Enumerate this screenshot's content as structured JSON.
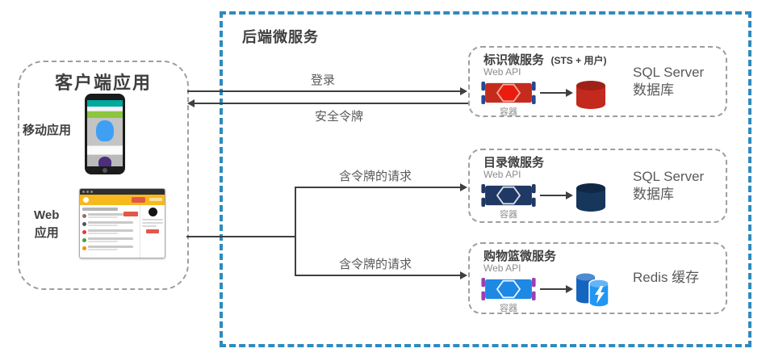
{
  "colors": {
    "accent-blue": "#2e8bbe",
    "box-dash-gray": "#9e9e9e",
    "arrow": "#3f3f3f",
    "text-dark": "#3f3f3f",
    "text-gray": "#595959",
    "label-gray": "#8c8c8c",
    "container-red": "#c42b1c",
    "hex-red": "#ea1c0d",
    "hex-red-stroke": "#f5a79f",
    "container-navy": "#1f3864",
    "hex-navy-stroke": "#d9dee8",
    "container-blue": "#1e88e5",
    "hex-blue-stroke": "#e8f3ff",
    "bracket-navy": "#264796",
    "bracket-purple": "#9c3fb5",
    "db-red": "#c4291d",
    "db-navy": "#16365c",
    "redis-dark": "#1565c0",
    "redis-light": "#2196f3"
  },
  "client": {
    "title": "客户端应用",
    "mobile_label": "移动应用",
    "web_label": "Web\n应用"
  },
  "backend": {
    "title": "后端微服务",
    "services": [
      {
        "title": "标识微服务",
        "subtitle": "(STS + 用户)",
        "api_label": "Web API",
        "container_label": "容器",
        "store_label": "SQL Server\n数据库"
      },
      {
        "title": "目录微服务",
        "subtitle": "",
        "api_label": "Web API",
        "container_label": "容器",
        "store_label": "SQL Server\n数据库"
      },
      {
        "title": "购物篮微服务",
        "subtitle": "",
        "api_label": "Web API",
        "container_label": "容器",
        "store_label": "Redis 缓存"
      }
    ]
  },
  "flows": {
    "login_label": "登录",
    "token_label": "安全令牌",
    "request_label_top": "含令牌的请求",
    "request_label_bottom": "含令牌的请求"
  }
}
